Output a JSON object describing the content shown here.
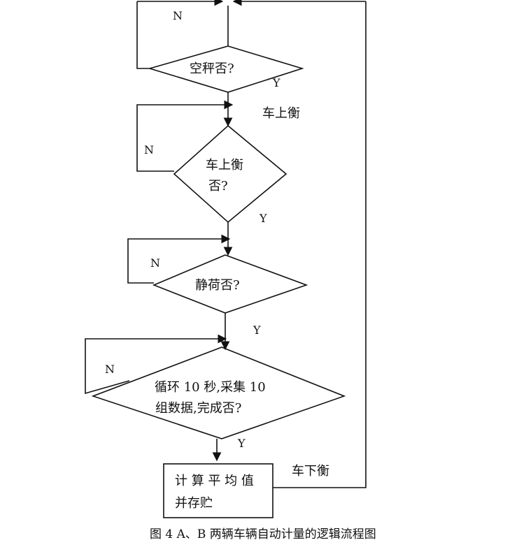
{
  "nodes": {
    "d1": "空秤否?",
    "d2": [
      "车上衡",
      "否?"
    ],
    "d3": "静荷否?",
    "d4": [
      "循环 10 秒,采集 10",
      "组数据,完成否?"
    ],
    "box": [
      "计 算 平 均 值",
      "并存贮"
    ]
  },
  "labels": {
    "n1": "N",
    "y1": "Y",
    "on_scale": "车上衡",
    "n2": "N",
    "y2": "Y",
    "n3": "N",
    "y3": "Y",
    "n4": "N",
    "y4": "Y",
    "off_scale": "车下衡"
  },
  "caption": "图 4  A、B 两辆车辆自动计量的逻辑流程图"
}
